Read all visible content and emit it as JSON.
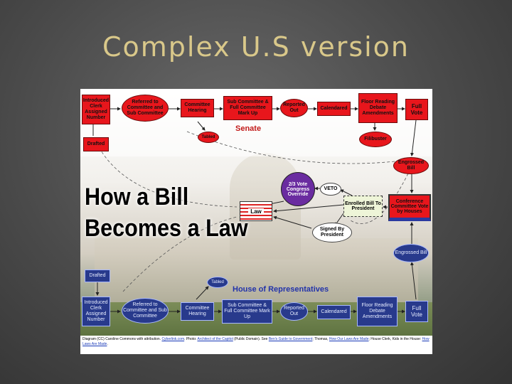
{
  "slide": {
    "title": "Complex U.S version"
  },
  "diagram": {
    "senate_label": "Senate",
    "house_label": "House of Representatives",
    "title_line1": "How a Bill",
    "title_line2": "Becomes a Law",
    "senate": {
      "introduced": "Introduced Clerk Assigned Number",
      "referred": "Referred to Committee and Sub Committee",
      "committee_hearing": "Committee Hearing",
      "sub_committee": "Sub Committee & Full Committee Mark Up",
      "reported_out": "Reported Out",
      "calendared": "Calendared",
      "floor": "Floor Reading Debate Amendments",
      "full_vote": "Full Vote",
      "tabled": "Tabled",
      "drafted": "Drafted",
      "filibuster": "Filibuster",
      "engrossed": "Engrossed Bill"
    },
    "house": {
      "introduced": "Introduced Clerk Assigned Number",
      "referred": "Referred to Committee and Sub Committee",
      "committee_hearing": "Committee Hearing",
      "sub_committee": "Sub Committee & Full Committee Mark Up",
      "reported_out": "Reported Out",
      "calendared": "Calendared",
      "floor": "Floor Reading Debate Amendments",
      "full_vote": "Full Vote",
      "tabled": "Tabled",
      "drafted": "Drafted",
      "engrossed": "Engrossed Bill"
    },
    "center": {
      "law": "Law",
      "override": "2/3 Vote Congress Override",
      "veto": "VETO",
      "enrolled": "Enrolled Bill To President",
      "conference": "Conference Committee Vote by Houses",
      "signed": "Signed By President"
    },
    "credit": {
      "part1": "Diagram (CC) Caroline Commons with attribution. ",
      "link1": "Cyberlink.com",
      "part2": ". Photo: ",
      "link2": "Architect of the Capitol",
      "part3": " (Public Domain). See ",
      "link3": "Ben's Guide to Government",
      "part4": "; Thomas, ",
      "link4": "How Our Laws Are Made",
      "part5": "; House Clerk, Kids in the House: ",
      "link5": "How Laws Are Made",
      "part6": "."
    }
  },
  "colors": {
    "senate_red": "#e8161c",
    "house_blue": "#283a8c",
    "title_gold": "#d9c88a",
    "override_purple": "#6a2ca0"
  }
}
